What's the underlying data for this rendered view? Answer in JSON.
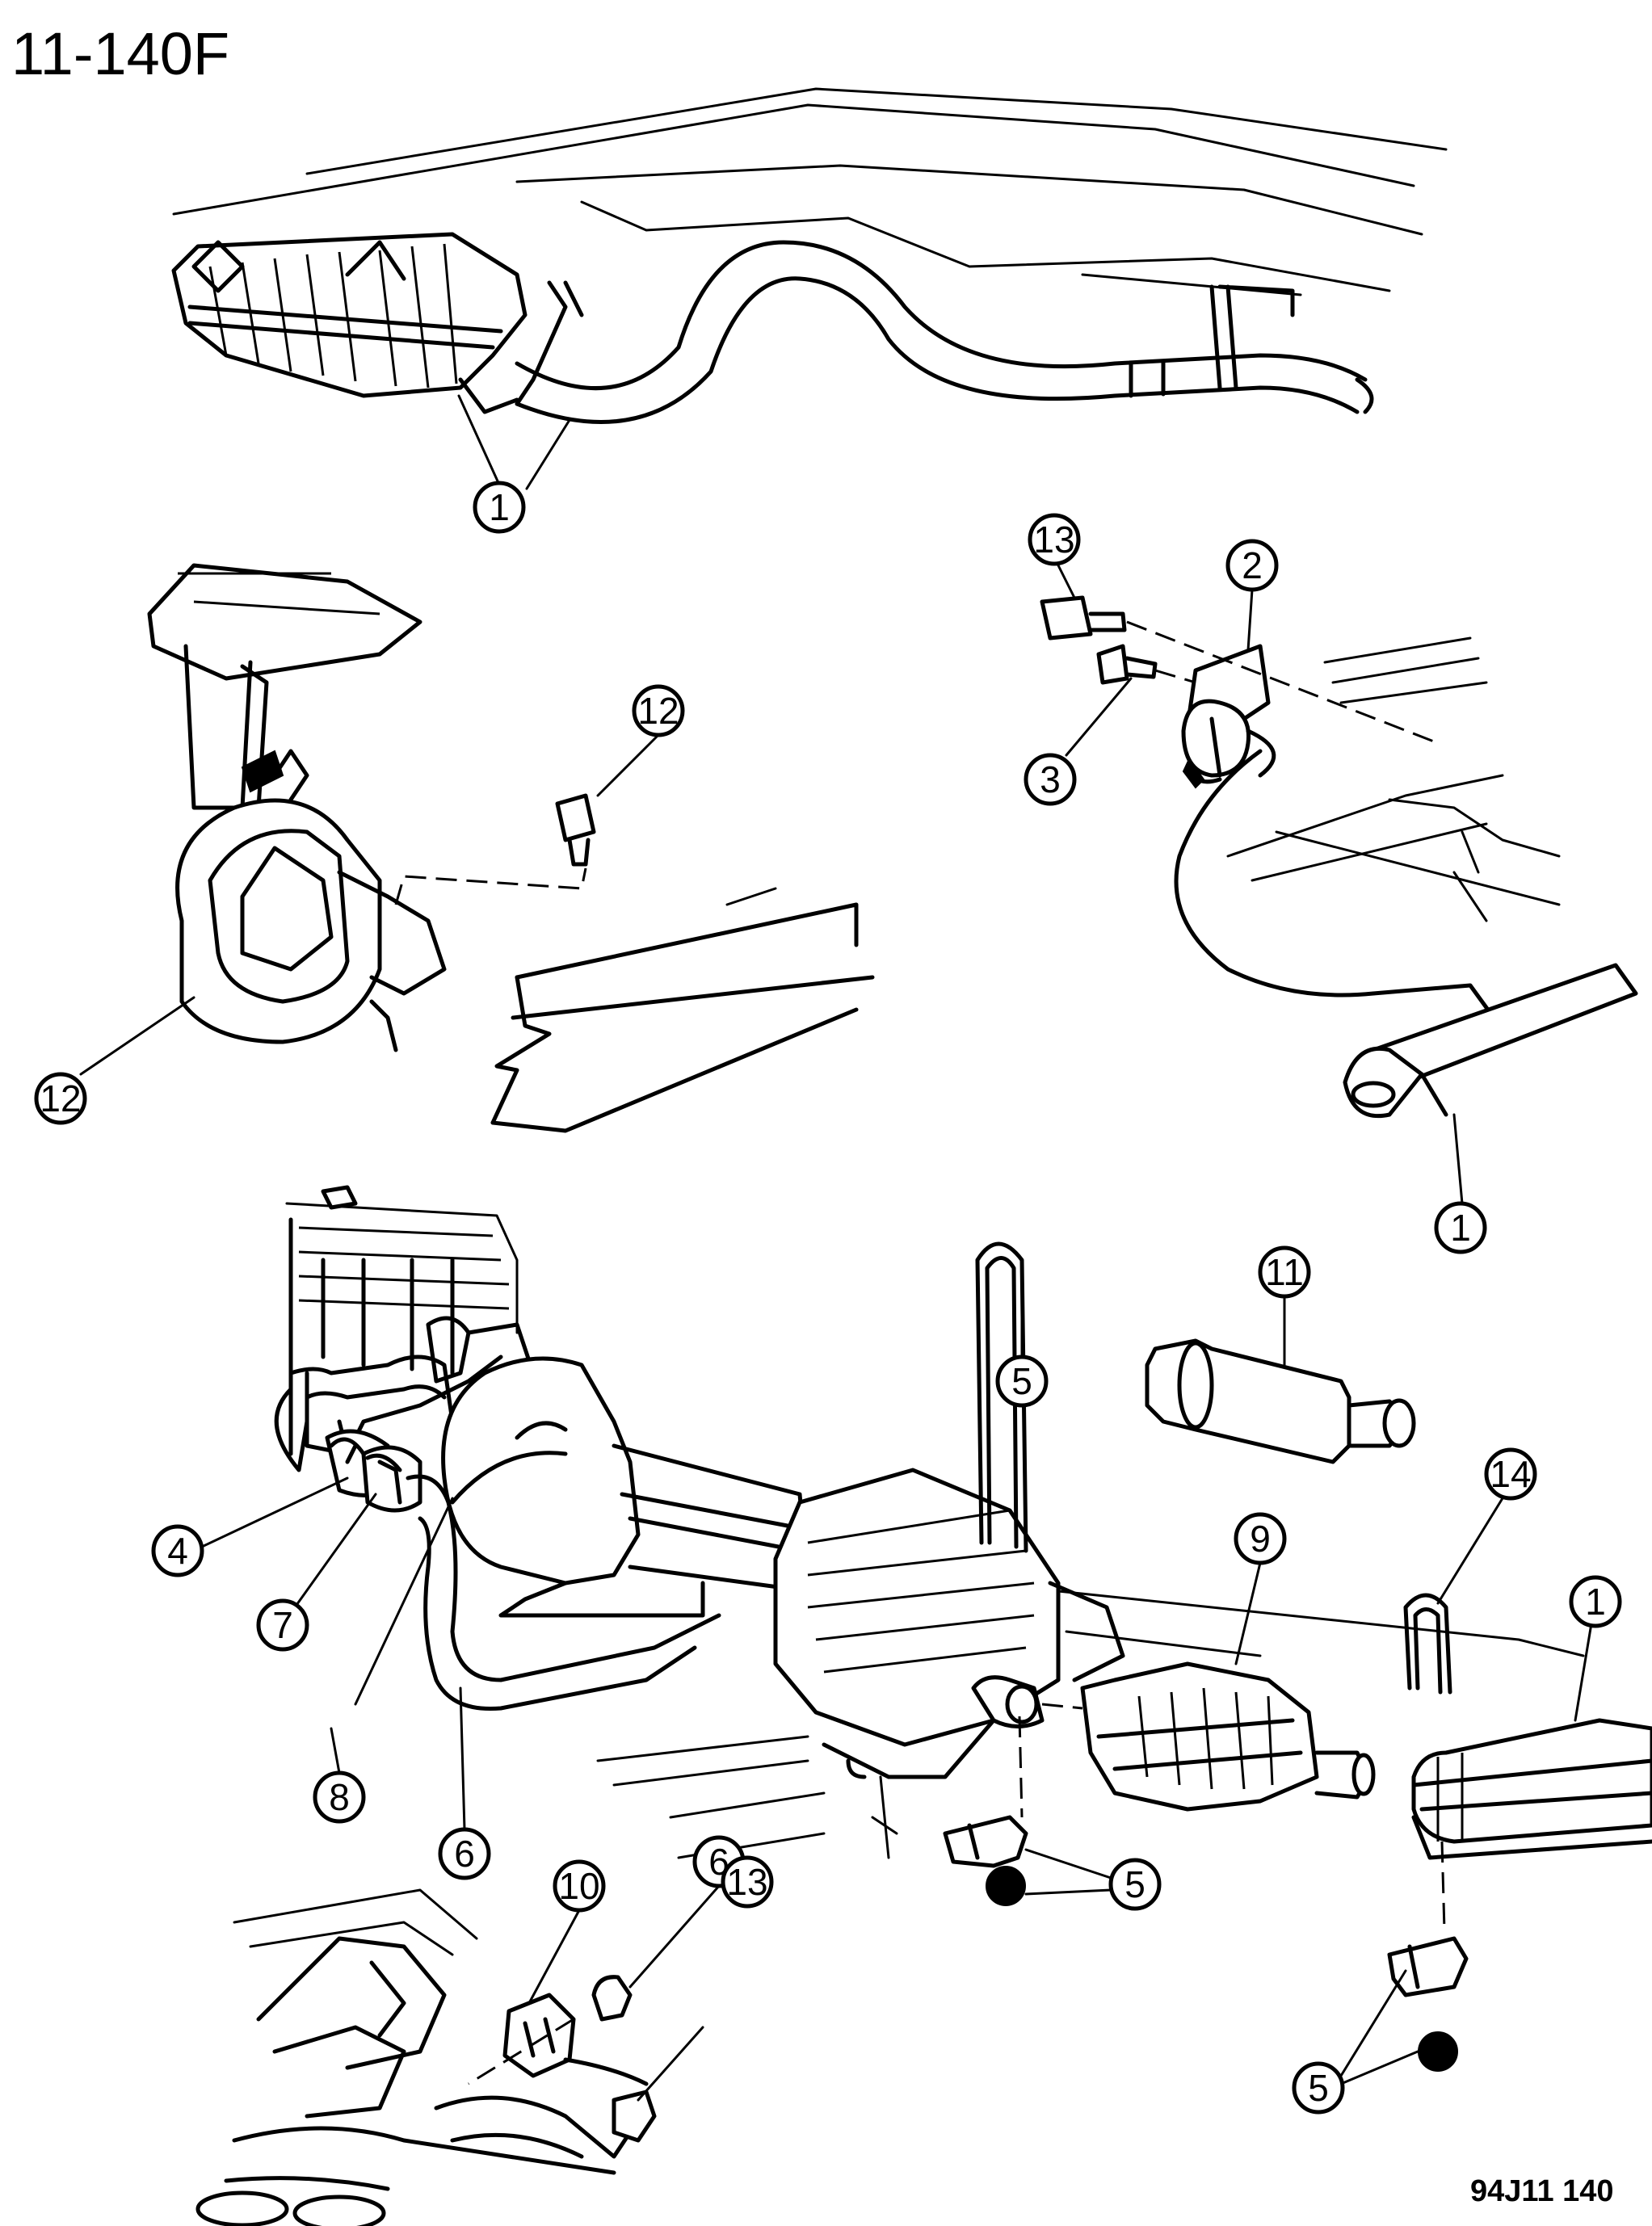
{
  "diagram": {
    "title": "11-140F",
    "figure_code": "94J11 140",
    "callouts": [
      {
        "id": "c1a",
        "label": "1"
      },
      {
        "id": "c1b",
        "label": "1"
      },
      {
        "id": "c1c",
        "label": "1"
      },
      {
        "id": "c2",
        "label": "2"
      },
      {
        "id": "c3",
        "label": "3"
      },
      {
        "id": "c4",
        "label": "4"
      },
      {
        "id": "c5a",
        "label": "5"
      },
      {
        "id": "c5b",
        "label": "5"
      },
      {
        "id": "c5c",
        "label": "5"
      },
      {
        "id": "c6a",
        "label": "6"
      },
      {
        "id": "c6b",
        "label": "6"
      },
      {
        "id": "c7",
        "label": "7"
      },
      {
        "id": "c8",
        "label": "8"
      },
      {
        "id": "c9",
        "label": "9"
      },
      {
        "id": "c10",
        "label": "10"
      },
      {
        "id": "c11",
        "label": "11"
      },
      {
        "id": "c12a",
        "label": "12"
      },
      {
        "id": "c12b",
        "label": "12"
      },
      {
        "id": "c13a",
        "label": "13"
      },
      {
        "id": "c13b",
        "label": "13"
      },
      {
        "id": "c14",
        "label": "14"
      }
    ]
  }
}
